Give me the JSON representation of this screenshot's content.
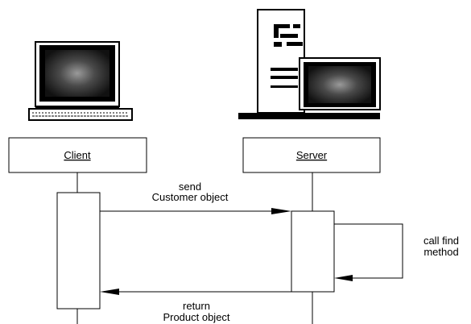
{
  "participants": {
    "client": {
      "label": "Client",
      "icon": "desktop-computer-icon"
    },
    "server": {
      "label": "Server",
      "icon": "server-tower-icon"
    }
  },
  "messages": {
    "send": {
      "line1": "send",
      "line2": "Customer object"
    },
    "self_call": {
      "line1": "call find",
      "line2": "method"
    },
    "return": {
      "line1": "return",
      "line2": "Product object"
    }
  },
  "colors": {
    "ink": "#000000",
    "background": "#ffffff"
  }
}
